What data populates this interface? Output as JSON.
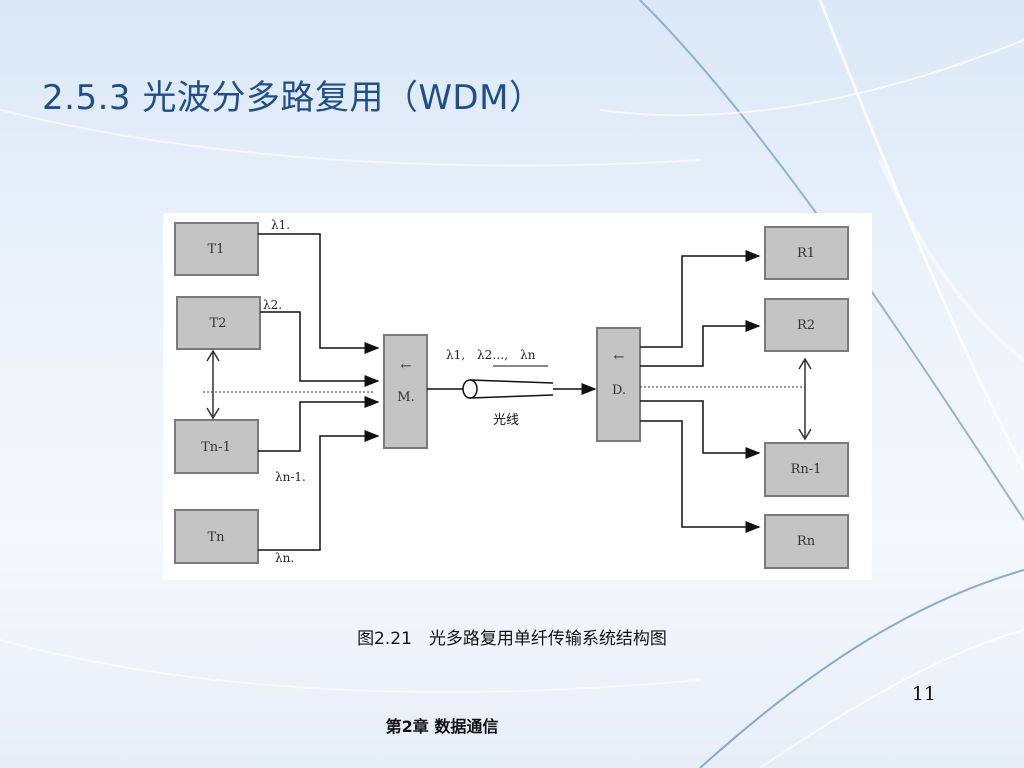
{
  "slide": {
    "title": "2.5.3 光波分多路复用（WDM）",
    "caption": "图2.21　光多路复用单纤传输系统结构图",
    "page_number": "11",
    "footer": "第2章 数据通信"
  },
  "diagram": {
    "transmitters": [
      "T1",
      "T2",
      "Tn-1",
      "Tn"
    ],
    "receivers": [
      "R1",
      "R2",
      "Rn-1",
      "Rn"
    ],
    "multiplexer_label": "M.",
    "demultiplexer_label": "D.",
    "wavelength_labels": [
      "λ1.",
      "λ2.",
      "λn-1.",
      "λn."
    ],
    "fiber_wavelengths": "λ1,　λ2…,　λn",
    "fiber_label": "光线",
    "arrow_glyph": "←"
  },
  "colors": {
    "title": "#1f4e8c",
    "box_fill": "#c4c4c4",
    "box_stroke": "#7a7a7a",
    "background_top": "#dbe8f7"
  }
}
